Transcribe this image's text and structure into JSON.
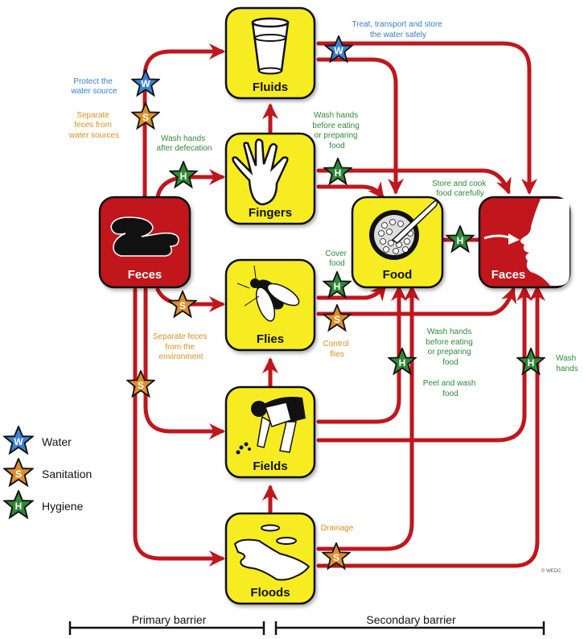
{
  "title": "F-diagram: faecal-oral transmission routes and barriers",
  "colors": {
    "route": "#c0161d",
    "box_yellow": "#f7ec24",
    "box_red": "#c0161d",
    "water_star": "#3b82d6",
    "sanitation_star": "#de8f2a",
    "hygiene_star": "#2f8a36"
  },
  "nodes": {
    "feces": "Feces",
    "fluids": "Fluids",
    "fingers": "Fingers",
    "flies": "Flies",
    "fields": "Fields",
    "floods": "Floods",
    "food": "Food",
    "faces": "Faces"
  },
  "annotations": {
    "protect_water_source": [
      "Protect the",
      "water source"
    ],
    "separate_feces_water": [
      "Separate",
      "feces from",
      "water sources"
    ],
    "wash_hands_defecation": [
      "Wash hands",
      "after defecation"
    ],
    "treat_water": [
      "Treat, transport and store",
      "the water safely"
    ],
    "wash_hands_before_eating_top": [
      "Wash hands",
      "before eating",
      "or preparing",
      "food"
    ],
    "store_cook_food": [
      "Store and cook",
      "food carefully"
    ],
    "cover_food": [
      "Cover",
      "food"
    ],
    "control_flies": [
      "Control",
      "flies"
    ],
    "separate_feces_env": [
      "Separate feces",
      "from the",
      "environment"
    ],
    "wash_hands_before_eating_mid": [
      "Wash hands",
      "before eating",
      "or preparing",
      "food"
    ],
    "peel_wash_food": [
      "Peel and wash",
      "food"
    ],
    "wash_hands": [
      "Wash",
      "hands"
    ],
    "drainage": [
      "Drainage"
    ]
  },
  "stars": {
    "water_letter": "W",
    "sanitation_letter": "S",
    "hygiene_letter": "H"
  },
  "legend": {
    "water": "Water",
    "sanitation": "Sanitation",
    "hygiene": "Hygiene"
  },
  "barriers": {
    "primary": "Primary barrier",
    "secondary": "Secondary barrier"
  },
  "copyright": "© WEDC"
}
